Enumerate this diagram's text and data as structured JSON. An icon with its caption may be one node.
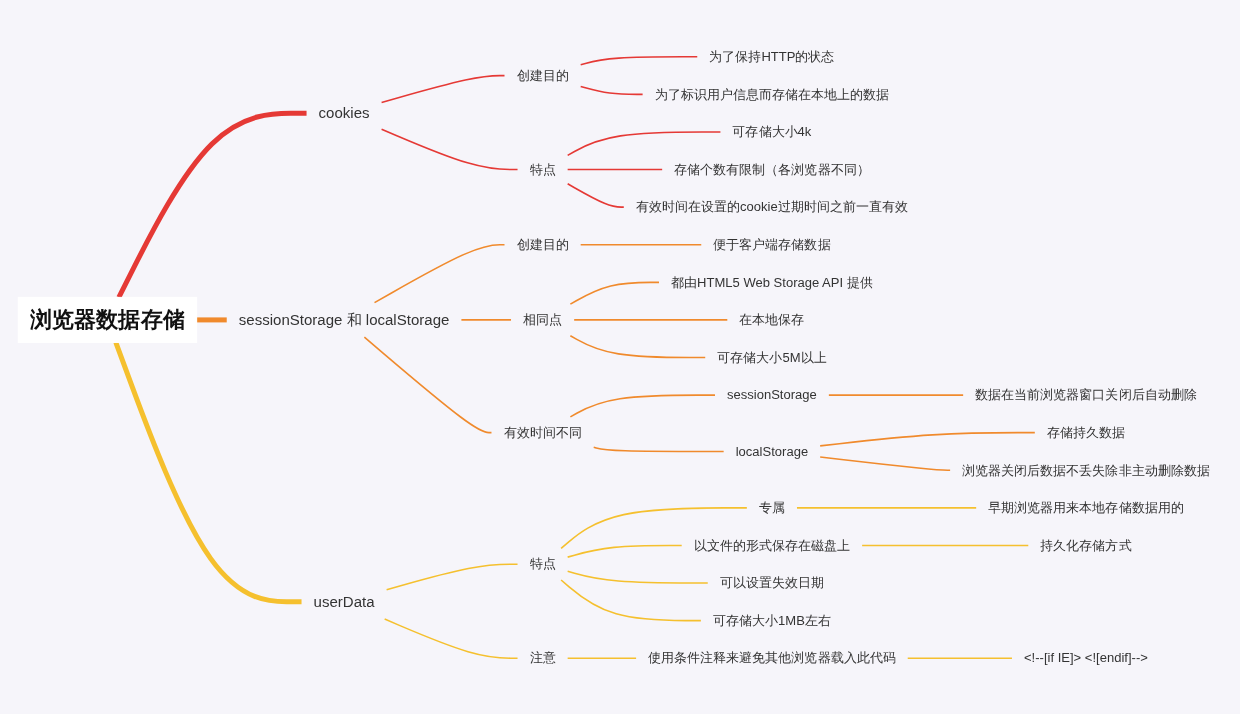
{
  "diagram": {
    "nodes": [
      {
        "text": [
          "浏览器数据存储"
        ]
      },
      {
        "text": [
          "cookies"
        ]
      },
      {
        "text": [
          "创建目的"
        ]
      },
      {
        "text": [
          "为了保持HTTP的状态"
        ]
      },
      {
        "text": [
          "为了标识用户信息而存储在本地上的数据"
        ]
      },
      {
        "text": [
          "特点"
        ]
      },
      {
        "text": [
          "可存储大小4k"
        ]
      },
      {
        "text": [
          "存储个数有限制（各浏览器不同）"
        ]
      },
      {
        "text": [
          "有效时间在设置的cookie过期时间之前一直有效"
        ]
      },
      {
        "text": [
          "sessionStorage 和 localStorage"
        ]
      },
      {
        "text": [
          "创建目的"
        ]
      },
      {
        "text": [
          "便于客户端存储数据"
        ]
      },
      {
        "text": [
          "相同点"
        ]
      },
      {
        "text": [
          "都由HTML5 Web Storage API 提供"
        ]
      },
      {
        "text": [
          "在本地保存"
        ]
      },
      {
        "text": [
          "可存储大小5M以上"
        ]
      },
      {
        "text": [
          "有效时间不同"
        ]
      },
      {
        "text": [
          "sessionStorage"
        ]
      },
      {
        "text": [
          "数据在当前浏览器窗口关闭后自动删除"
        ]
      },
      {
        "text": [
          "localStorage"
        ]
      },
      {
        "text": [
          "存储持久数据"
        ]
      },
      {
        "text": [
          "浏览器关闭后数据不丢失除非主动删除数据"
        ]
      },
      {
        "text": [
          "userData"
        ]
      },
      {
        "text": [
          "特点"
        ]
      },
      {
        "text": [
          "专属"
        ]
      },
      {
        "text": [
          "早期浏览器用来本地存储数据用的"
        ]
      },
      {
        "text": [
          "以文件的形式保存在磁盘上"
        ]
      },
      {
        "text": [
          "持久化存储方式"
        ]
      },
      {
        "text": [
          "可以设置失效日期"
        ]
      },
      {
        "text": [
          "可存储大小1MB左右"
        ]
      },
      {
        "text": [
          "注意"
        ]
      },
      {
        "text": [
          "使用条件注释来避免其他浏览器载入此代码"
        ]
      },
      {
        "text": [
          "<!--[if IE]> <![endif]-->"
        ]
      }
    ],
    "edges": [
      {
        "from": 0,
        "to": 1,
        "arrow": "none",
        "style": "thick",
        "color": "#e53935"
      },
      {
        "from": 1,
        "to": 2,
        "arrow": "none",
        "color": "#e53935"
      },
      {
        "from": 2,
        "to": 3,
        "arrow": "none",
        "color": "#e53935"
      },
      {
        "from": 2,
        "to": 4,
        "arrow": "none",
        "color": "#e53935"
      },
      {
        "from": 1,
        "to": 5,
        "arrow": "none",
        "color": "#e53935"
      },
      {
        "from": 5,
        "to": 6,
        "arrow": "none",
        "color": "#e53935"
      },
      {
        "from": 5,
        "to": 7,
        "arrow": "none",
        "color": "#e53935"
      },
      {
        "from": 5,
        "to": 8,
        "arrow": "none",
        "color": "#e53935"
      },
      {
        "from": 0,
        "to": 9,
        "arrow": "none",
        "style": "thick"
      },
      {
        "from": 9,
        "to": 10,
        "arrow": "none"
      },
      {
        "from": 10,
        "to": 11,
        "arrow": "none"
      },
      {
        "from": 9,
        "to": 12,
        "arrow": "none"
      },
      {
        "from": 12,
        "to": 13,
        "arrow": "none"
      },
      {
        "from": 12,
        "to": 14,
        "arrow": "none"
      },
      {
        "from": 12,
        "to": 15,
        "arrow": "none"
      },
      {
        "from": 9,
        "to": 16,
        "arrow": "none"
      },
      {
        "from": 16,
        "to": 17,
        "arrow": "none"
      },
      {
        "from": 17,
        "to": 18,
        "arrow": "none"
      },
      {
        "from": 16,
        "to": 19,
        "arrow": "none"
      },
      {
        "from": 19,
        "to": 20,
        "arrow": "none"
      },
      {
        "from": 19,
        "to": 21,
        "arrow": "none"
      },
      {
        "from": 0,
        "to": 22,
        "arrow": "none",
        "style": "thick",
        "color": "#f5c02e"
      },
      {
        "from": 22,
        "to": 23,
        "arrow": "none",
        "color": "#f5c02e"
      },
      {
        "from": 23,
        "to": 24,
        "arrow": "none",
        "color": "#f5c02e"
      },
      {
        "from": 24,
        "to": 25,
        "arrow": "none",
        "color": "#f5c02e"
      },
      {
        "from": 23,
        "to": 26,
        "arrow": "none",
        "color": "#f5c02e"
      },
      {
        "from": 26,
        "to": 27,
        "arrow": "none",
        "color": "#f5c02e"
      },
      {
        "from": 23,
        "to": 28,
        "arrow": "none",
        "color": "#f5c02e"
      },
      {
        "from": 23,
        "to": 29,
        "arrow": "none",
        "color": "#f5c02e"
      },
      {
        "from": 22,
        "to": 30,
        "arrow": "none",
        "color": "#f5c02e"
      },
      {
        "from": 30,
        "to": 31,
        "arrow": "none",
        "color": "#f5c02e"
      },
      {
        "from": 31,
        "to": 32,
        "arrow": "none",
        "color": "#f5c02e"
      }
    ]
  }
}
